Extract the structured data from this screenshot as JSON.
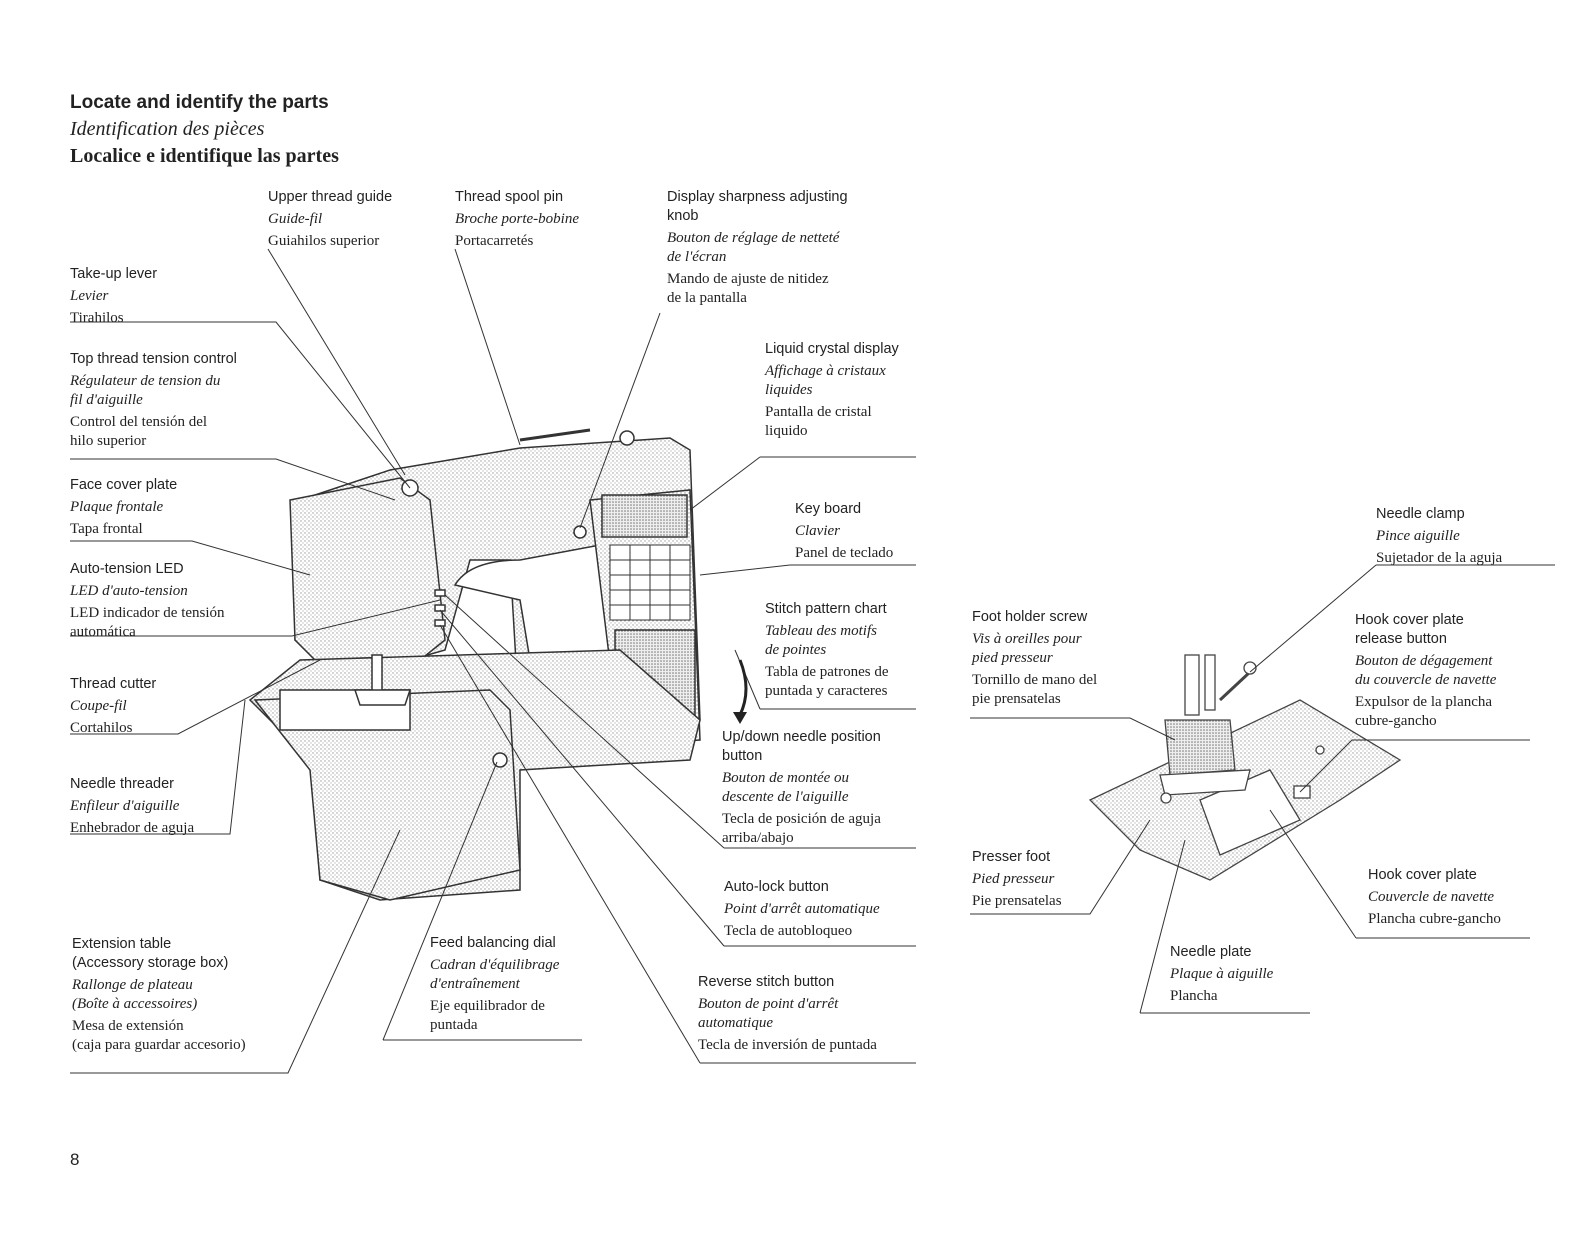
{
  "title": {
    "en": "Locate and identify the parts",
    "fr": "Identification des pièces",
    "es": "Localice e identifique las partes"
  },
  "page_number": "8",
  "labels": {
    "upper_thread_guide": {
      "en": "Upper thread guide",
      "fr": "Guide-fil",
      "es": "Guiahilos superior"
    },
    "thread_spool_pin": {
      "en": "Thread spool pin",
      "fr": "Broche porte-bobine",
      "es": "Portacarretés"
    },
    "display_sharpness": {
      "en": "Display sharpness adjusting\nknob",
      "fr": "Bouton de réglage de netteté\nde l'écran",
      "es": "Mando de ajuste de nitidez\nde la pantalla"
    },
    "take_up_lever": {
      "en": "Take-up lever",
      "fr": "Levier",
      "es": "Tirahilos"
    },
    "top_thread_tension": {
      "en": "Top thread tension control",
      "fr": "Régulateur de tension du\nfil d'aiguille",
      "es": "Control del tensión del\nhilo superior"
    },
    "liquid_crystal_display": {
      "en": "Liquid crystal display",
      "fr": "Affichage à cristaux\nliquides",
      "es": "Pantalla de cristal\nliquido"
    },
    "face_cover_plate": {
      "en": "Face cover plate",
      "fr": "Plaque frontale",
      "es": "Tapa frontal"
    },
    "key_board": {
      "en": "Key board",
      "fr": "Clavier",
      "es": "Panel de teclado"
    },
    "auto_tension_led": {
      "en": "Auto-tension LED",
      "fr": "LED d'auto-tension",
      "es": "LED indicador de tensión\nautomática"
    },
    "stitch_pattern_chart": {
      "en": "Stitch pattern chart",
      "fr": "Tableau des motifs\nde pointes",
      "es": "Tabla de patrones de\npuntada y caracteres"
    },
    "thread_cutter": {
      "en": "Thread cutter",
      "fr": "Coupe-fil",
      "es": "Cortahilos"
    },
    "updown_needle": {
      "en": "Up/down needle position\nbutton",
      "fr": "Bouton de montée ou\ndescente de l'aiguille",
      "es": "Tecla de posición de aguja\narriba/abajo"
    },
    "needle_threader": {
      "en": "Needle threader",
      "fr": "Enfileur d'aiguille",
      "es": "Enhebrador de aguja"
    },
    "auto_lock": {
      "en": "Auto-lock button",
      "fr": "Point d'arrêt automatique",
      "es": "Tecla de autobloqueo"
    },
    "extension_table": {
      "en": "Extension table\n(Accessory storage box)",
      "fr": "Rallonge de plateau\n(Boîte à accessoires)",
      "es": "Mesa de extensión\n(caja para guardar accesorio)"
    },
    "feed_balancing": {
      "en": "Feed balancing dial",
      "fr": "Cadran d'équilibrage\nd'entraînement",
      "es": "Eje equilibrador de\npuntada"
    },
    "reverse_stitch": {
      "en": "Reverse stitch button",
      "fr": "Bouton de point d'arrêt\nautomatique",
      "es": "Tecla de inversión de puntada"
    },
    "foot_holder_screw": {
      "en": "Foot holder screw",
      "fr": "Vis à oreilles pour\npied presseur",
      "es": "Tornillo de mano del\npie prensatelas"
    },
    "needle_clamp": {
      "en": "Needle clamp",
      "fr": "Pince aiguille",
      "es": "Sujetador de la aguja"
    },
    "hook_cover_release": {
      "en": "Hook cover plate\nrelease button",
      "fr": "Bouton de dégagement\ndu couvercle de navette",
      "es": "Expulsor de la plancha\ncubre-gancho"
    },
    "presser_foot": {
      "en": "Presser foot",
      "fr": "Pied presseur",
      "es": "Pie prensatelas"
    },
    "hook_cover_plate": {
      "en": "Hook cover plate",
      "fr": "Couvercle de navette",
      "es": "Plancha cubre-gancho"
    },
    "needle_plate": {
      "en": "Needle plate",
      "fr": "Plaque à aiguille",
      "es": "Plancha"
    }
  }
}
